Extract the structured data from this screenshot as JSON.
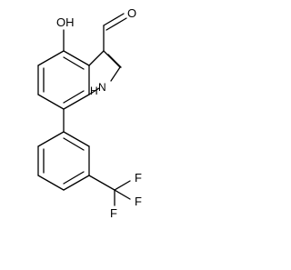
{
  "molecule": {
    "hydroxyl_label": "OH",
    "carbonyl_oxygen_label": "O",
    "nh_label": "H",
    "nh_n_label": "N",
    "fluorine_labels": [
      "F",
      "F",
      "F"
    ]
  },
  "colors": {
    "bond": "#000000",
    "background": "#ffffff"
  }
}
